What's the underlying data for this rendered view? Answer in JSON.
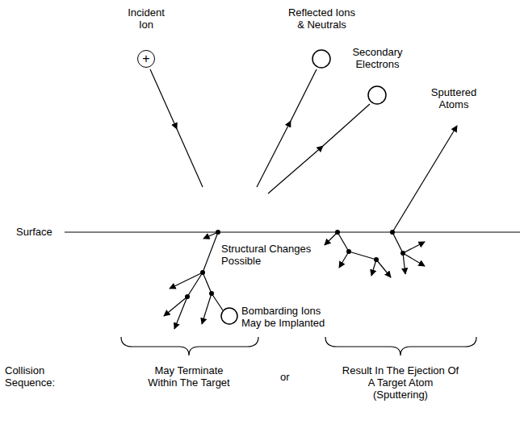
{
  "diagram": {
    "nodes": [
      {
        "text": [
          "Incident Ion",
          "+"
        ]
      }
    ],
    "labels": [
      "Reflected Ions & Neutrals",
      "Secondary Electrons",
      "Sputtered Atoms",
      "Surface",
      "Structural Changes Possible",
      "Bombarding Ions May be Implanted",
      "Collision Sequence:",
      "May Terminate Within The Target",
      "or",
      "Result In The Ejection Of A Target Atom (Sputtering)"
    ]
  }
}
